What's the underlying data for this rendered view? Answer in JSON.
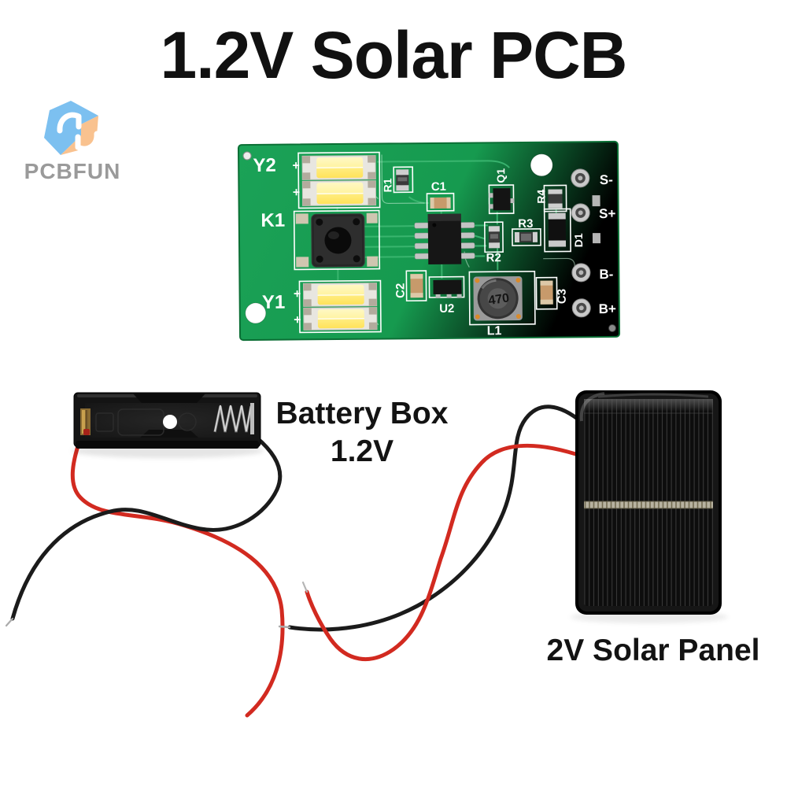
{
  "title": "1.2V Solar PCB",
  "logo": {
    "brand": "PCBFUN"
  },
  "annotations": {
    "battery_line1": "Battery Box",
    "battery_line2": "1.2V",
    "solar_panel": "2V Solar Panel"
  },
  "pcb": {
    "silkscreen": [
      "Y2",
      "K1",
      "Y1",
      "R1",
      "C1",
      "Q1",
      "R4",
      "R3",
      "R2",
      "D1",
      "C2",
      "U2",
      "L1",
      "C3",
      "S-",
      "S+",
      "B-",
      "B+"
    ],
    "plus_mark": "+",
    "inductor_marking": "470"
  },
  "colors": {
    "board_green": "#169A4F",
    "board_edge": "#0B6F35",
    "trace_green": "#3DB872",
    "silkscreen": "#FFFFFF",
    "led_yellow": "#FFE664",
    "wire_red": "#D22A20",
    "wire_black": "#1B1B1B",
    "logo_blue": "#7CC0F0",
    "logo_orange": "#F9C28F",
    "logo_gray": "#9A9A9A",
    "text_black": "#111111"
  }
}
